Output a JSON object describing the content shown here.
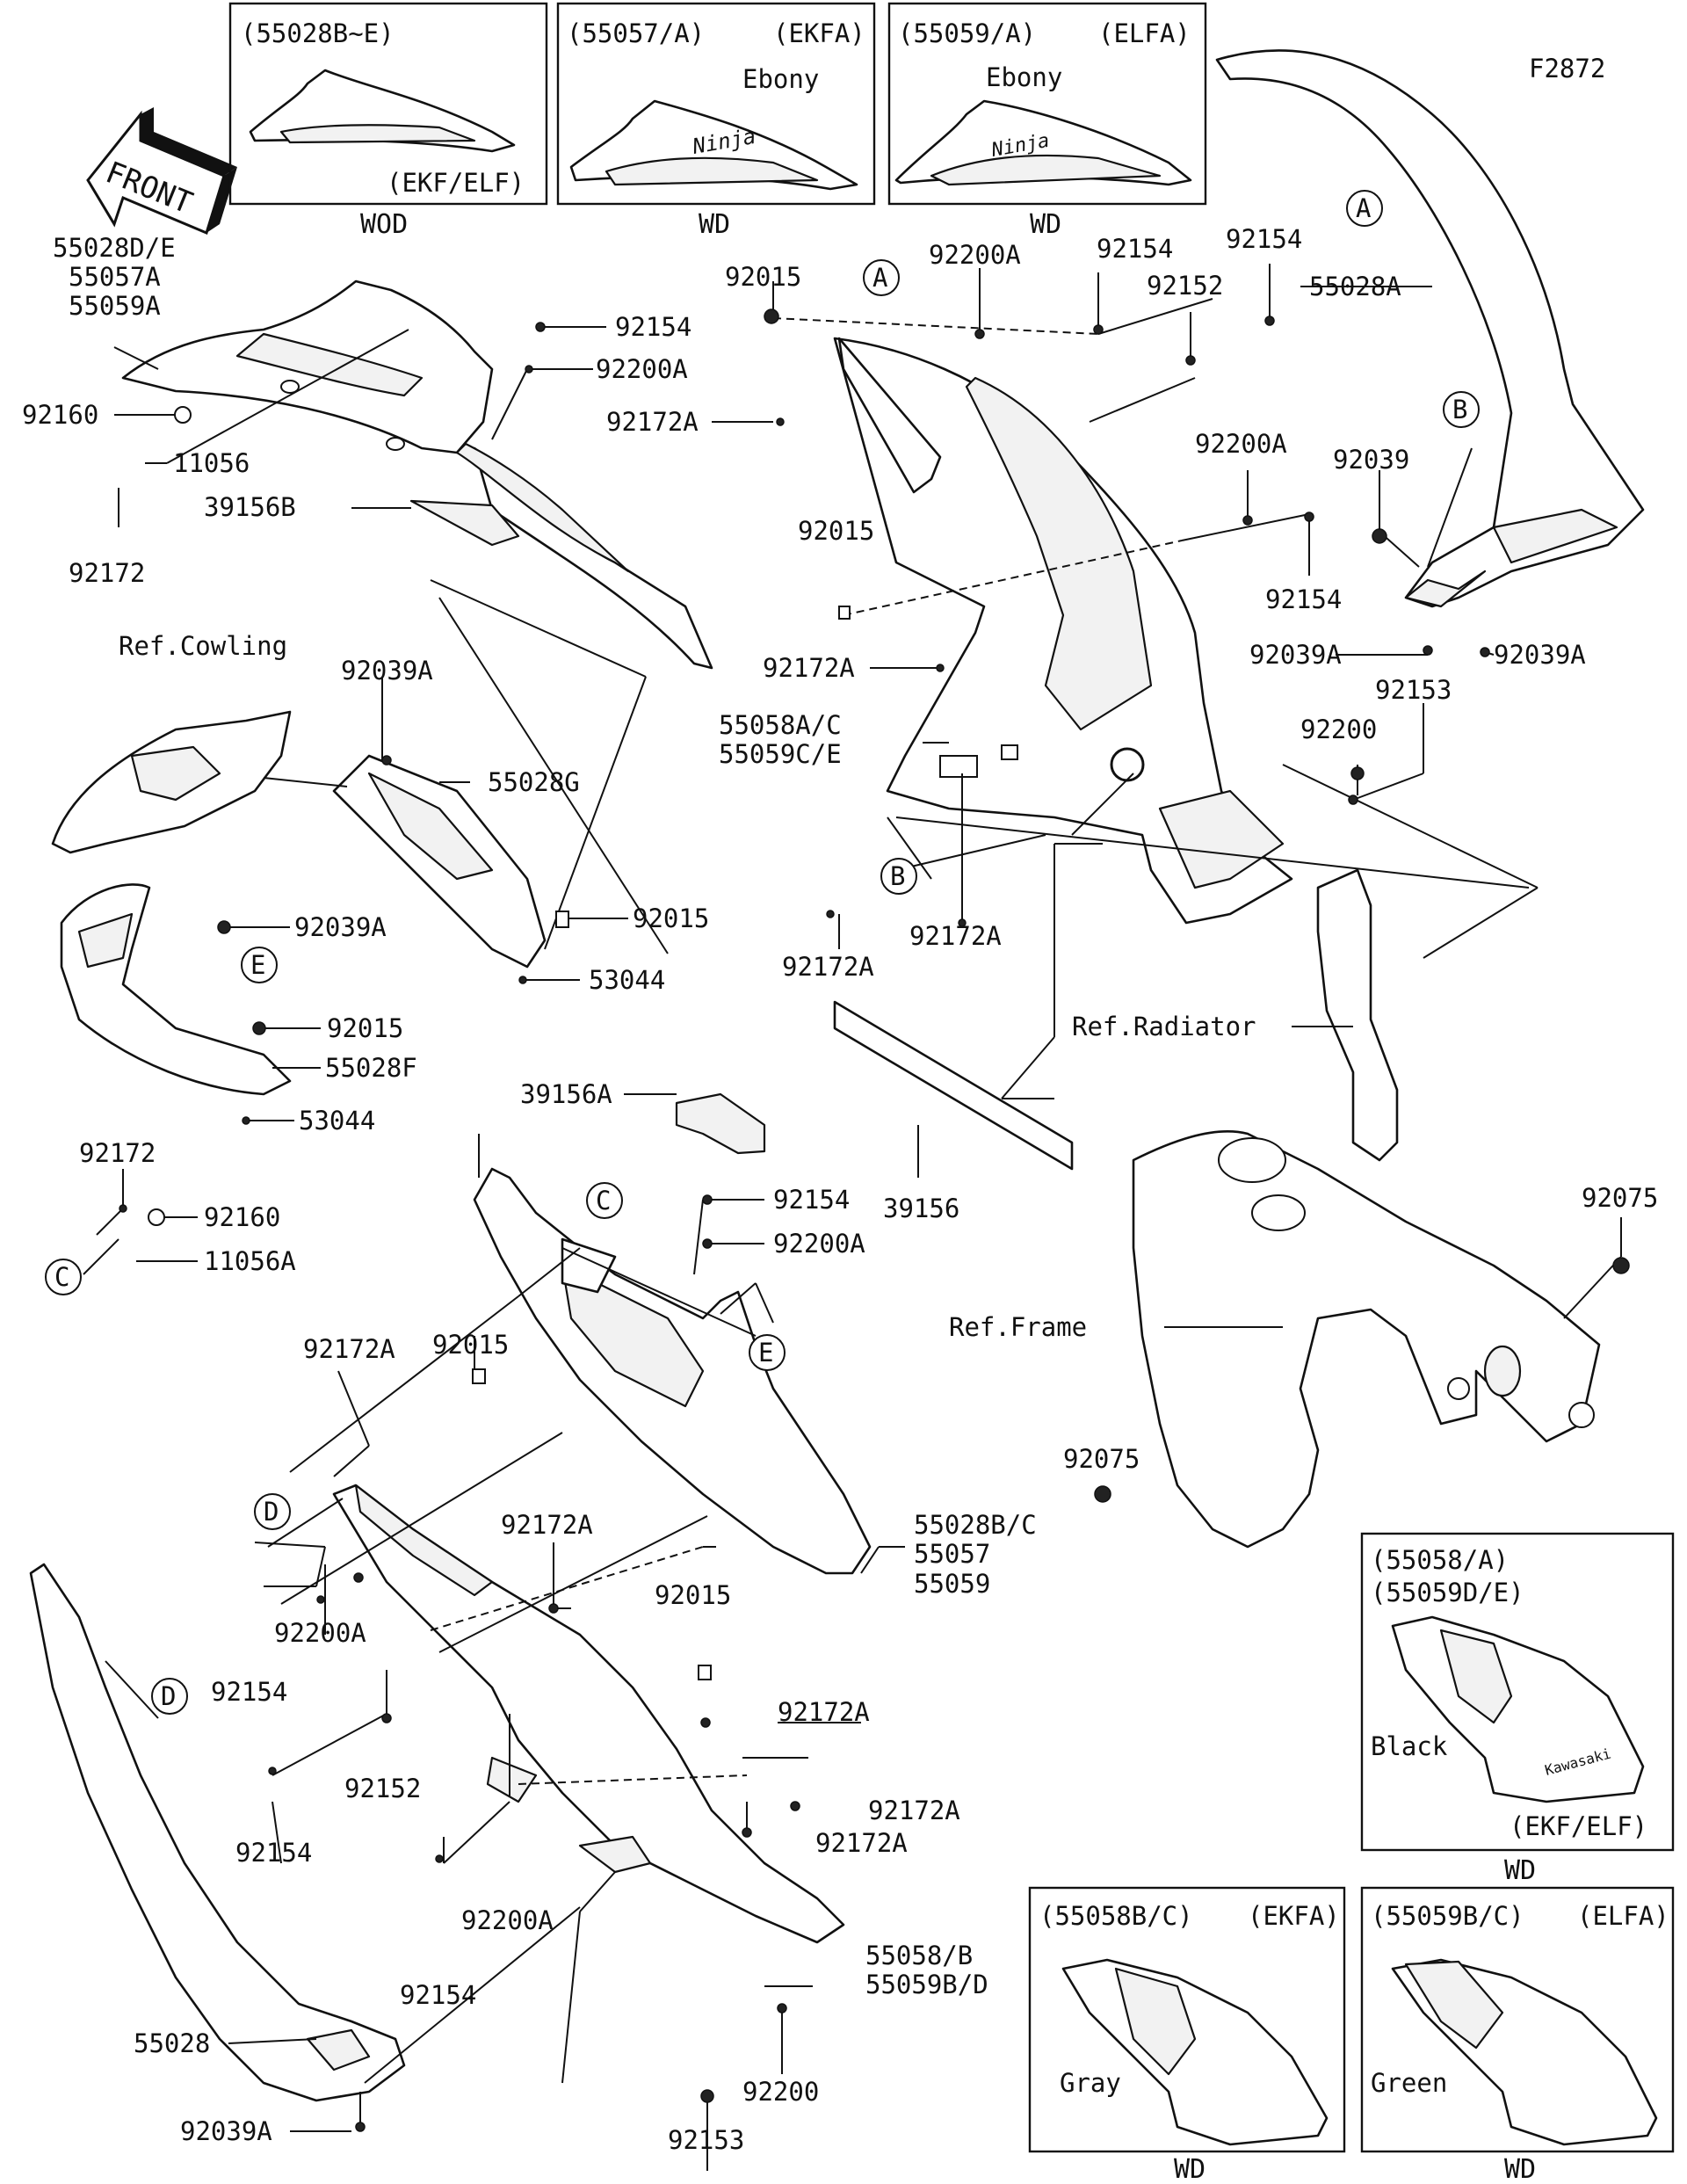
{
  "diagram_code": "F2872",
  "front_label": "FRONT",
  "boxes": [
    {
      "header_left": "(55028B~E)",
      "header_right": "",
      "sub": "(EKF/ELF)",
      "color": "",
      "caption": "WOD"
    },
    {
      "header_left": "(55057/A)",
      "header_right": "(EKFA)",
      "sub": "",
      "color": "Ebony",
      "caption": "WD"
    },
    {
      "header_left": "(55059/A)",
      "header_right": "(ELFA)",
      "sub": "",
      "color": "Ebony",
      "caption": "WD"
    },
    {
      "header_left": "(55058/A)",
      "header_left2": "(55059D/E)",
      "sub": "(EKF/ELF)",
      "color": "Black",
      "caption": "WD"
    },
    {
      "header_left": "(55058B/C)",
      "header_right": "(EKFA)",
      "color": "Gray",
      "caption": "WD"
    },
    {
      "header_left": "(55059B/C)",
      "header_right": "(ELFA)",
      "color": "Green",
      "caption": "WD"
    }
  ],
  "callouts": [
    "A",
    "A",
    "B",
    "B",
    "C",
    "C",
    "D",
    "D",
    "E",
    "E"
  ],
  "part_labels": {
    "p55028de": "55028D/E",
    "p55057a": "55057A",
    "p55059a": "55059A",
    "p92160a": "92160",
    "p11056": "11056",
    "p92172a1": "92172",
    "p39156b": "39156B",
    "p92154a": "92154",
    "p92200a_a": "92200A",
    "p92172a_a": "92172A",
    "p92015a": "92015",
    "p92200a_b": "92200A",
    "p92154b": "92154",
    "p92152a": "92152",
    "p92154c": "92154",
    "p55028a": "55028A",
    "p92200a_c": "92200A",
    "p92039a1": "92039",
    "p92015b": "92015",
    "p92154d": "92154",
    "p92039a_a": "92039A",
    "p92039a_b": "92039A",
    "p92172a_b": "92172A",
    "p92153a": "92153",
    "p55058ac": "55058A/C",
    "p55059ce": "55059C/E",
    "p92200a1": "92200",
    "p92172a_c": "92172A",
    "p92172a_d": "92172A",
    "p_refcowl": "Ref.Cowling",
    "p92039a_c": "92039A",
    "p55028g": "55028G",
    "p92039a_d": "92039A",
    "p92015c": "92015",
    "p53044a": "53044",
    "p92015d": "92015",
    "p55028f": "55028F",
    "p53044b": "53044",
    "p_refrad": "Ref.Radiator",
    "p39156a": "39156A",
    "p39156": "39156",
    "p92172a2": "92172",
    "p92160b": "92160",
    "p11056a": "11056A",
    "p92154e": "92154",
    "p92200a_d": "92200A",
    "p92075a": "92075",
    "p_refframe": "Ref.Frame",
    "p92172a_e": "92172A",
    "p92015e": "92015",
    "p92075b": "92075",
    "p55028bc": "55028B/C",
    "p55057": "55057",
    "p55059": "55059",
    "p92172a_f": "92172A",
    "p92015f": "92015",
    "p92154f": "92154",
    "p92200a_e": "92200A",
    "p92172a_g": "92172A",
    "p92152b": "92152",
    "p92154g": "92154",
    "p92172a_h": "92172A",
    "p92172a_i": "92172A",
    "p92200a_f": "92200A",
    "p92154h": "92154",
    "p55058b": "55058/B",
    "p55059bd": "55059B/D",
    "p55028": "55028",
    "p92200a2": "92200",
    "p92039a_e": "92039A",
    "p92153b": "92153"
  }
}
